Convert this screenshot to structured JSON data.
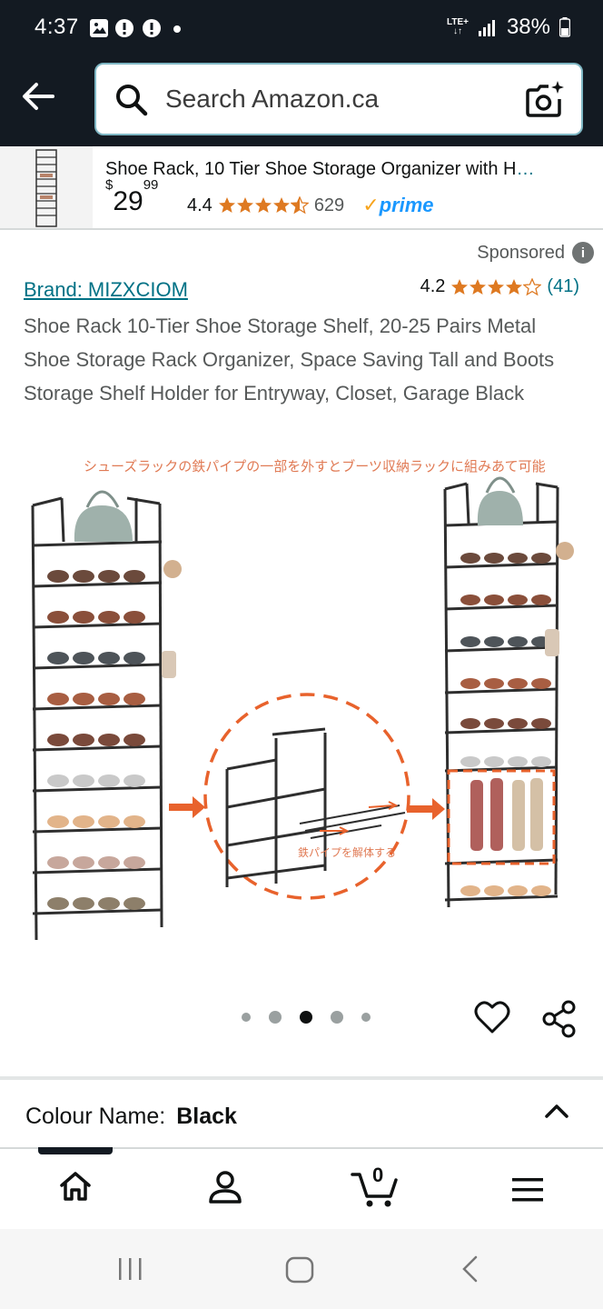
{
  "status_bar": {
    "time": "4:37",
    "network": "LTE+",
    "battery": "38%"
  },
  "header": {
    "search_placeholder": "Search Amazon.ca"
  },
  "sticky_product": {
    "title": "Shoe Rack, 10 Tier Shoe Storage Organizer with H",
    "ellipsis": "…",
    "price_dollars": "29",
    "price_cents": "99",
    "price_symbol": "$",
    "rating": "4.4",
    "review_count": "629",
    "prime_label": "prime"
  },
  "sponsored_label": "Sponsored",
  "product": {
    "brand": "Brand: MIZXCIOM",
    "rating": "4.2",
    "review_count": "(41)",
    "title": "Shoe Rack 10-Tier Shoe Storage Shelf, 20-25 Pairs Metal Shoe Storage Rack Organizer, Space Saving Tall and Boots Storage Shelf Holder for Entryway, Closet, Garage Black"
  },
  "gallery": {
    "caption_top": "シューズラックの鉄パイプの一部を外すとブーツ収納ラックに組みあて可能",
    "caption_pipe": "鉄パイプを解体する",
    "image_count": 5,
    "active_index": 2
  },
  "variation": {
    "label": "Colour Name:",
    "value": "Black"
  },
  "bottom_nav": {
    "cart_count": "0"
  },
  "colors": {
    "header_bg": "#131a22",
    "link": "#007185",
    "star": "#de7921",
    "accent_orange": "#e8622c"
  }
}
